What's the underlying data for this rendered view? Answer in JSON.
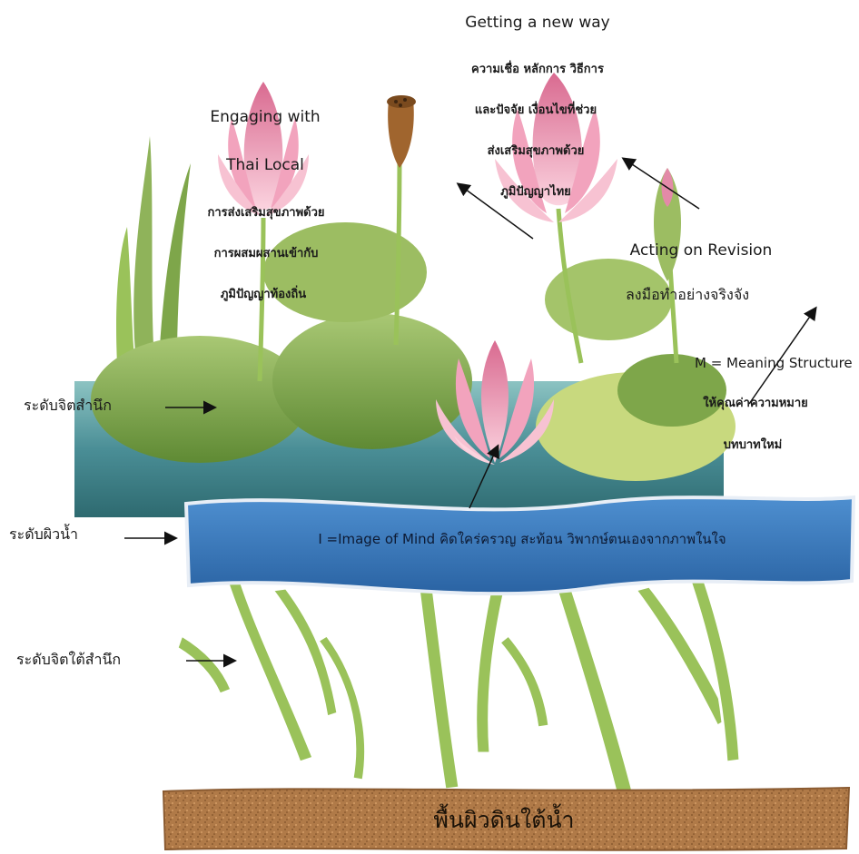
{
  "labels": {
    "engaging_title_1": "Engaging with",
    "engaging_title_2": "Thai Local",
    "engaging_th_1": "การส่งเสริมสุขภาพด้วย",
    "engaging_th_2": "การผสมผสานเข้ากับ",
    "engaging_th_3": "ภูมิปัญญาท้องถิ่น",
    "getting_title": "Getting a new way",
    "getting_th_1": "ความเชื่อ หลักการ วิธีการ",
    "getting_th_2": "และปัจจัย เงื่อนไขที่ช่วย",
    "getting_th_3": "ส่งเสริมสุขภาพด้วย",
    "getting_th_4": "ภูมิปัญญาไทย",
    "acting_title": "Acting on Revision",
    "acting_th": "ลงมือทำอย่างจริงจัง",
    "meaning_title": "M = Meaning Structure",
    "meaning_th_1": "ให้คุณค่าความหมาย",
    "meaning_th_2": "บทบาทใหม่",
    "conscious_level": "ระดับจิตสำนึก",
    "surface_level": "ระดับผิวน้ำ",
    "subconscious_level": "ระดับจิตใต้สำนึก",
    "banner_text": "I =Image of Mind  คิดใคร่ครวญ  สะท้อน วิพากษ์ตนเองจากภาพในใจ",
    "soil_text": "พื้นผิวดินใต้น้ำ"
  },
  "colors": {
    "water_band": "#2f6fb0",
    "water_band_light": "#4e8fd0",
    "lotus_pink": "#f2a3bd",
    "lotus_dark": "#d96a90",
    "leaf_green": "#8fb35a",
    "leaf_dark": "#5f8a34",
    "stem_green": "#9ac25a",
    "soil": "#b07a48",
    "pond_teal": "#4a8e96"
  },
  "icons": [
    "arrow-icon"
  ]
}
